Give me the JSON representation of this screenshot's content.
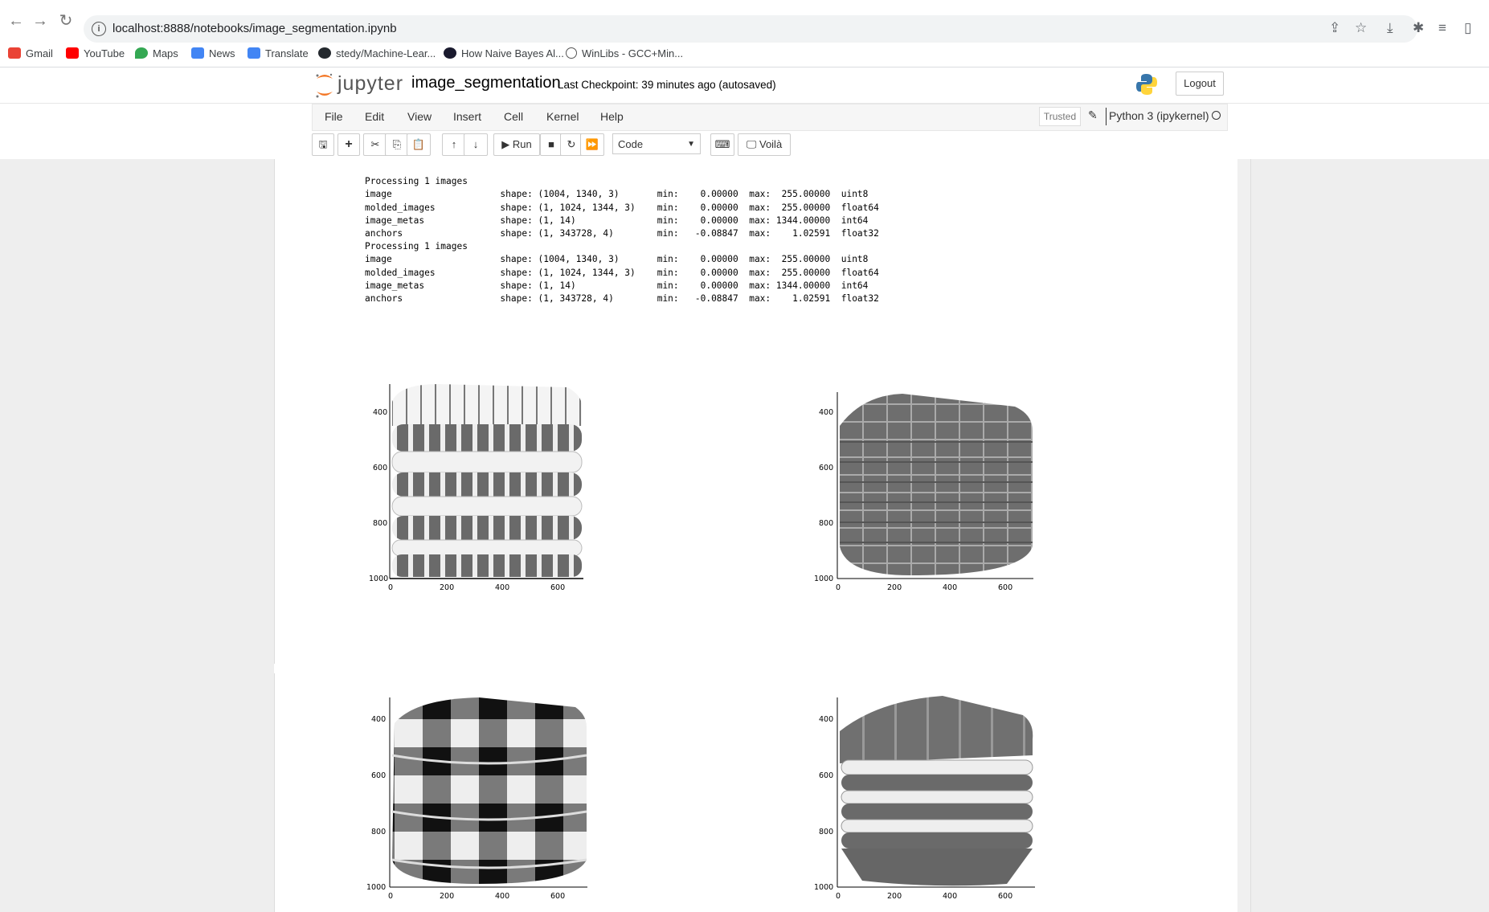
{
  "browser": {
    "url": "localhost:8888/notebooks/image_segmentation.ipynb",
    "bookmarks": [
      "Gmail",
      "YouTube",
      "Maps",
      "News",
      "Translate",
      "stedy/Machine-Lear...",
      "How Naive Bayes Al...",
      "WinLibs - GCC+Min..."
    ]
  },
  "jupyter": {
    "logo_text": "jupyter",
    "notebook_name": "image_segmentation",
    "checkpoint": "Last Checkpoint: 39 minutes ago  (autosaved)",
    "logout": "Logout",
    "menu": [
      "File",
      "Edit",
      "View",
      "Insert",
      "Cell",
      "Kernel",
      "Help"
    ],
    "trusted": "Trusted",
    "kernel": "Python 3 (ipykernel)",
    "toolbar": {
      "run": "Run",
      "cell_type": "Code",
      "voila": "Voilà"
    }
  },
  "output_lines": [
    "Processing 1 images",
    "image                    shape: (1004, 1340, 3)       min:    0.00000  max:  255.00000  uint8",
    "molded_images            shape: (1, 1024, 1344, 3)    min:    0.00000  max:  255.00000  float64",
    "image_metas              shape: (1, 14)               min:    0.00000  max: 1344.00000  int64",
    "anchors                  shape: (1, 343728, 4)        min:   -0.08847  max:    1.02591  float32",
    "Processing 1 images",
    "image                    shape: (1004, 1340, 3)       min:    0.00000  max:  255.00000  uint8",
    "molded_images            shape: (1, 1024, 1344, 3)    min:    0.00000  max:  255.00000  float64",
    "image_metas              shape: (1, 14)               min:    0.00000  max: 1344.00000  int64",
    "anchors                  shape: (1, 343728, 4)        min:   -0.08847  max:    1.02591  float32"
  ],
  "plots": [
    {
      "style": "stripes-white",
      "y_ticks": [
        "400",
        "600",
        "800",
        "1000"
      ],
      "x_ticks": [
        "0",
        "200",
        "400",
        "600"
      ]
    },
    {
      "style": "grid-gray",
      "y_ticks": [
        "400",
        "600",
        "800",
        "1000"
      ],
      "x_ticks": [
        "0",
        "200",
        "400",
        "600"
      ]
    },
    {
      "style": "buffalo-check",
      "y_ticks": [
        "400",
        "600",
        "800",
        "1000"
      ],
      "x_ticks": [
        "0",
        "200",
        "400",
        "600"
      ]
    },
    {
      "style": "gray-white-stack",
      "y_ticks": [
        "400",
        "600",
        "800",
        "1000"
      ],
      "x_ticks": [
        "0",
        "200",
        "400",
        "600"
      ]
    }
  ]
}
